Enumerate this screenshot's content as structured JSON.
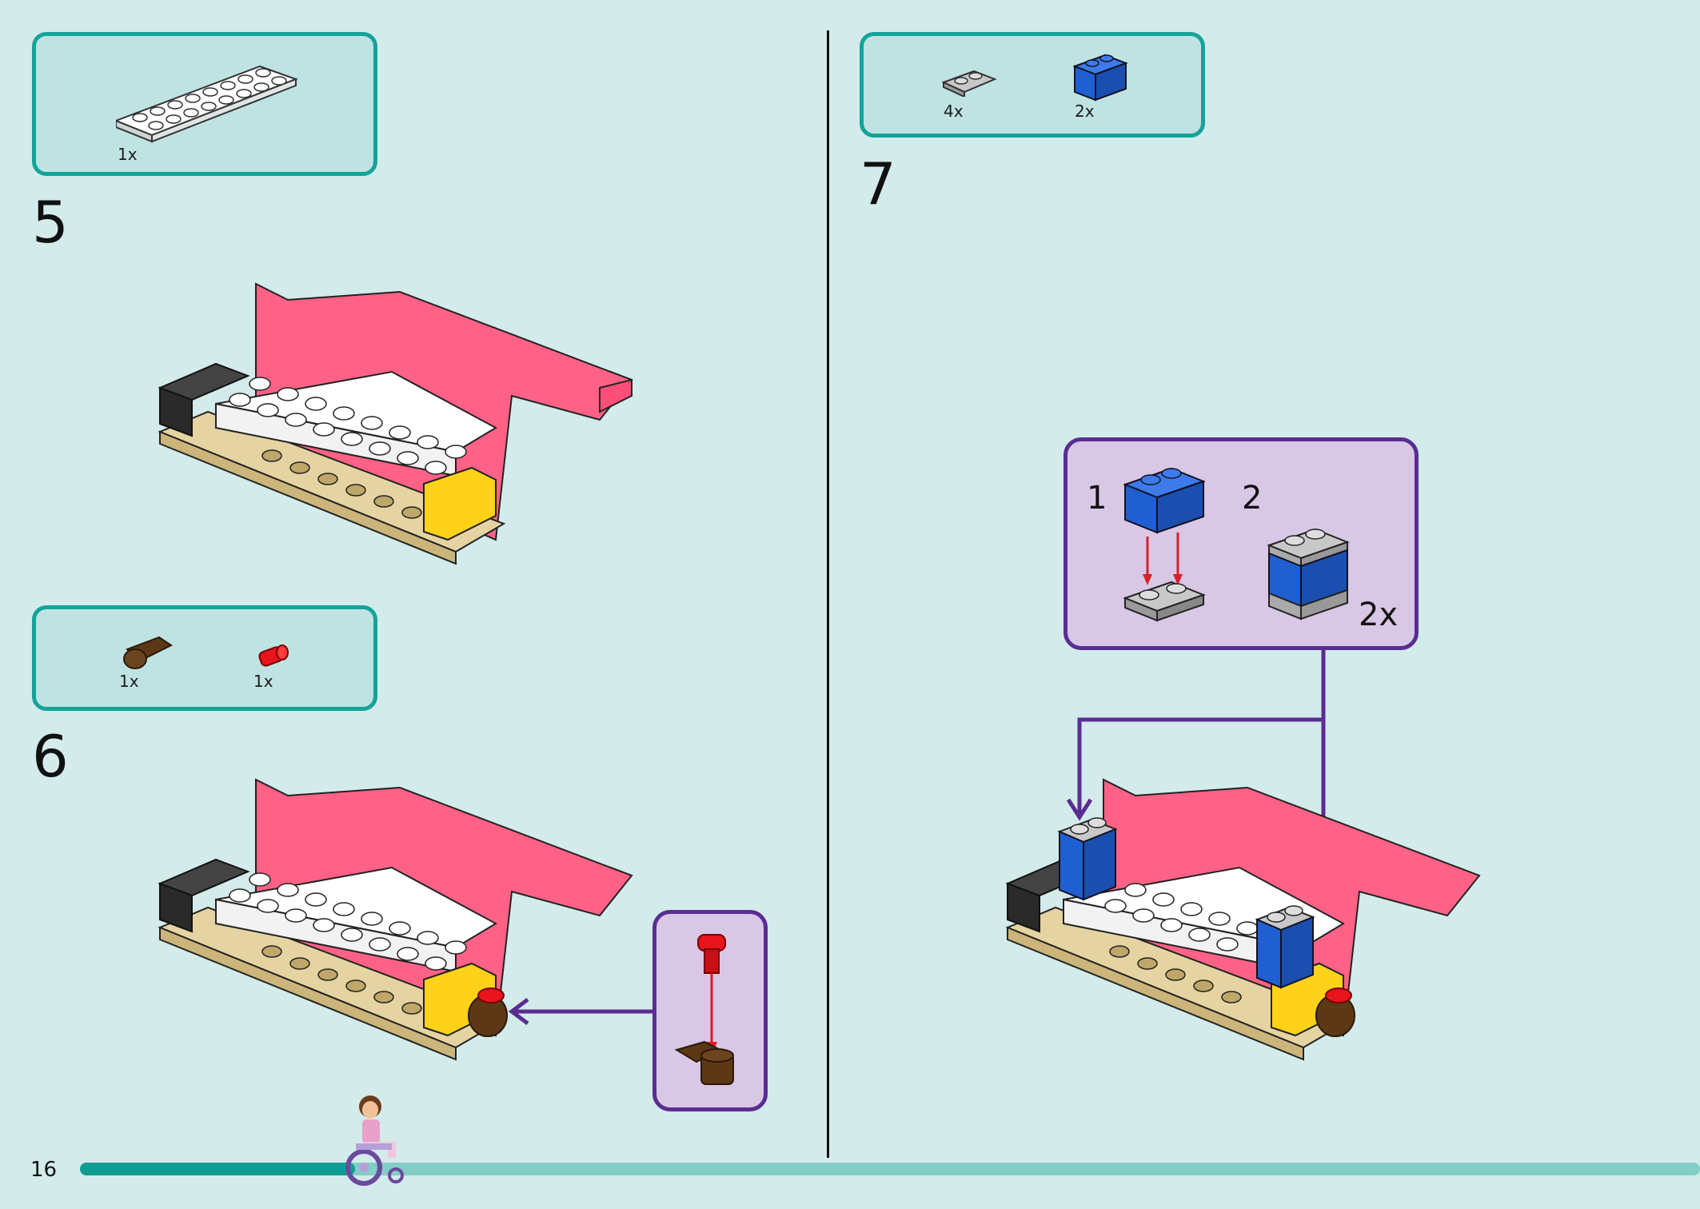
{
  "page": {
    "number": "16",
    "progress": 0.17
  },
  "steps": [
    {
      "number": "5",
      "parts": [
        {
          "icon": "white-plate-2x8",
          "qty": "1x"
        }
      ]
    },
    {
      "number": "6",
      "parts": [
        {
          "icon": "brown-lamp-holder",
          "qty": "1x"
        },
        {
          "icon": "red-round-light",
          "qty": "1x"
        }
      ]
    },
    {
      "number": "7",
      "parts": [
        {
          "icon": "grey-plate-1x2",
          "qty": "4x"
        },
        {
          "icon": "blue-brick-1x2",
          "qty": "2x"
        }
      ],
      "callout": {
        "sub1": "1",
        "sub2": "2",
        "multiplier": "2x"
      }
    }
  ],
  "colors": {
    "teal": "#14a39a",
    "pink": "#ff6286",
    "purple": "#5a2d91",
    "blue": "#1f5fd1",
    "yellow": "#ffd21a",
    "tan": "#d9c48e"
  }
}
